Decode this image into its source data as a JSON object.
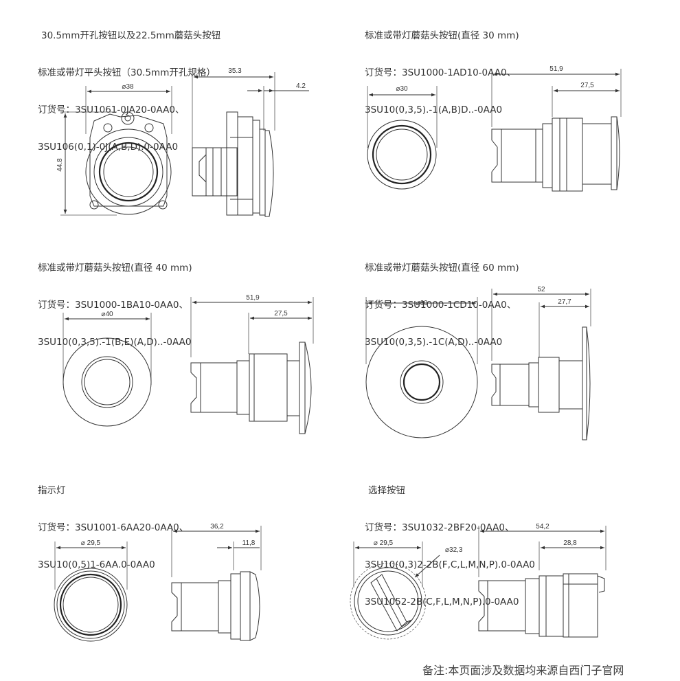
{
  "sections": [
    {
      "id": "flat",
      "lines": [
        "30.5mm开孔按钮以及22.5mm蘑菇头按钮",
        "标准或带灯平头按钮（30.5mm开孔规格）",
        "订货号：3SU1061-0JA20-0AA0、",
        "3SU106(0,1)-0J(A,B,D).0-0AA0"
      ],
      "dims": {
        "diameter": "⌀38",
        "height": "44.8",
        "length": "35.3",
        "depth": "4.2"
      }
    },
    {
      "id": "m30",
      "lines": [
        "标准或带灯蘑菇头按钮(直径 30 mm)",
        "订货号：3SU1000-1AD10-0AA0、",
        "3SU10(0,3,5).-1(A,B)D..-0AA0"
      ],
      "dims": {
        "diameter": "⌀30",
        "length": "51,9",
        "depth": "27,5"
      }
    },
    {
      "id": "m40",
      "lines": [
        "标准或带灯蘑菇头按钮(直径 40 mm)",
        "订货号：3SU1000-1BA10-0AA0、",
        "3SU10(0,3,5).-1(B,E)(A,D)..-0AA0"
      ],
      "dims": {
        "diameter": "⌀40",
        "length": "51,9",
        "depth": "27,5"
      }
    },
    {
      "id": "m60",
      "lines": [
        "标准或带灯蘑菇头按钮(直径 60 mm)",
        "订货号：3SU1000-1CD10-0AA0、",
        "3SU10(0,3,5).-1C(A,D)..-0AA0"
      ],
      "dims": {
        "diameter": "⌀60",
        "length": "52",
        "depth": "27,7"
      }
    },
    {
      "id": "pilot",
      "lines": [
        "指示灯",
        "订货号：3SU1001-6AA20-0AA0、",
        "3SU10(0,5)1-6AA.0-0AA0"
      ],
      "dims": {
        "diameter": "⌀ 29,5",
        "length": "36,2",
        "depth": "11,8"
      }
    },
    {
      "id": "selector",
      "lines": [
        "选择按钮",
        "订货号：3SU1032-2BF20-0AA0、",
        "3SU10(0,3)2-2B(F,C,L,M,N,P).0-0AA0",
        "3SU1052-2B(C,F,L,M,N,P).0-0AA0"
      ],
      "dims": {
        "diameter": "⌀ 29,5",
        "diameter2": "⌀32,3",
        "length": "54,2",
        "depth": "28,8"
      }
    }
  ],
  "footer": "备注:本页面涉及数据均来源自西门子官网"
}
